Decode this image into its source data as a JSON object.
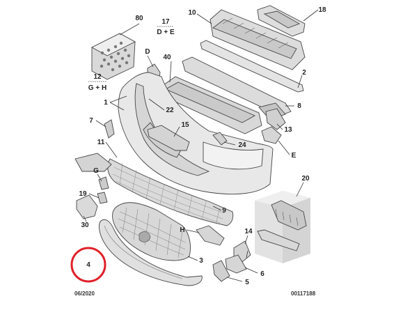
{
  "diagram": {
    "callouts": [
      {
        "id": "80",
        "text": "80"
      },
      {
        "id": "17",
        "text": "17",
        "sub": "D + E"
      },
      {
        "id": "10",
        "text": "10"
      },
      {
        "id": "18",
        "text": "18"
      },
      {
        "id": "D_top",
        "text": "D"
      },
      {
        "id": "40",
        "text": "40"
      },
      {
        "id": "12",
        "text": "12",
        "sub": "G + H"
      },
      {
        "id": "2",
        "text": "2"
      },
      {
        "id": "1",
        "text": "1"
      },
      {
        "id": "22",
        "text": "22"
      },
      {
        "id": "8",
        "text": "8"
      },
      {
        "id": "7",
        "text": "7"
      },
      {
        "id": "15",
        "text": "15"
      },
      {
        "id": "13",
        "text": "13"
      },
      {
        "id": "11",
        "text": "11"
      },
      {
        "id": "24",
        "text": "24"
      },
      {
        "id": "E",
        "text": "E"
      },
      {
        "id": "20",
        "text": "20"
      },
      {
        "id": "19",
        "text": "19"
      },
      {
        "id": "G",
        "text": "G"
      },
      {
        "id": "9",
        "text": "9"
      },
      {
        "id": "30",
        "text": "30"
      },
      {
        "id": "H",
        "text": "H"
      },
      {
        "id": "14",
        "text": "14"
      },
      {
        "id": "3",
        "text": "3"
      },
      {
        "id": "4",
        "text": "4"
      },
      {
        "id": "6",
        "text": "6"
      },
      {
        "id": "5",
        "text": "5"
      }
    ],
    "footer": {
      "date": "06/2020",
      "reference": "00117188"
    },
    "highlight_color": "#e0202a",
    "part_fill": "#e6e6e6",
    "part_stroke": "#444444"
  }
}
